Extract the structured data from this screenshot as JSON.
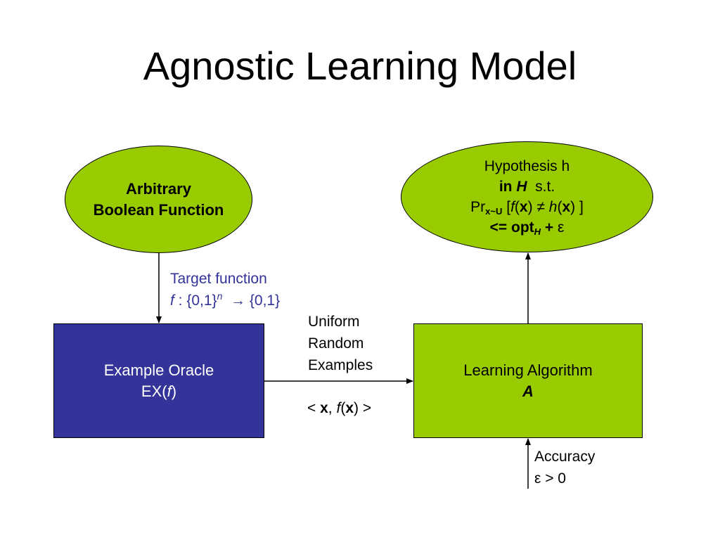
{
  "title": "Agnostic Learning Model",
  "colors": {
    "ellipse_fill": "#99CC00",
    "oracle_box_fill": "#333399",
    "learner_box_fill": "#99CC00",
    "target_label_color": "#333399",
    "arrow_color": "#000000"
  },
  "target_node": {
    "line1": "Arbitrary",
    "line2": "Boolean Function"
  },
  "hypothesis_node": {
    "line1": "Hypothesis h",
    "line2_a": "in ",
    "line2_b": "H",
    "line2_c": "  s.t.",
    "line3_pr": "Pr",
    "line3_sub": "x~U",
    "line3_open": " [",
    "line3_f": "f",
    "line3_p1": "(",
    "line3_x1": "x",
    "line3_p2": ") ≠ ",
    "line3_h": "h",
    "line3_p3": "(",
    "line3_x2": "x",
    "line3_close": ") ]",
    "line4_a": "<= opt",
    "line4_sub": "H",
    "line4_b": " + ",
    "line4_eps": "ε"
  },
  "oracle_box": {
    "line1": "Example Oracle",
    "line2_a": "EX(",
    "line2_f": "f",
    "line2_b": ")"
  },
  "learner_box": {
    "line1": "Learning Algorithm",
    "line2": "A"
  },
  "target_label": {
    "line1": "Target function",
    "line2_f": "f",
    "line2_a": " : {0,1}",
    "line2_sup": "n",
    "line2_arrow": "  → ",
    "line2_b": "{0,1}"
  },
  "examples_label": {
    "line1": "Uniform",
    "line2": "Random",
    "line3": "Examples"
  },
  "pair_label": {
    "a": "< ",
    "x": "x",
    "b": ", ",
    "f": "f",
    "c": "(",
    "x2": "x",
    "d": ") >"
  },
  "accuracy_label": {
    "line1": "Accuracy",
    "line2": "ε > 0"
  }
}
